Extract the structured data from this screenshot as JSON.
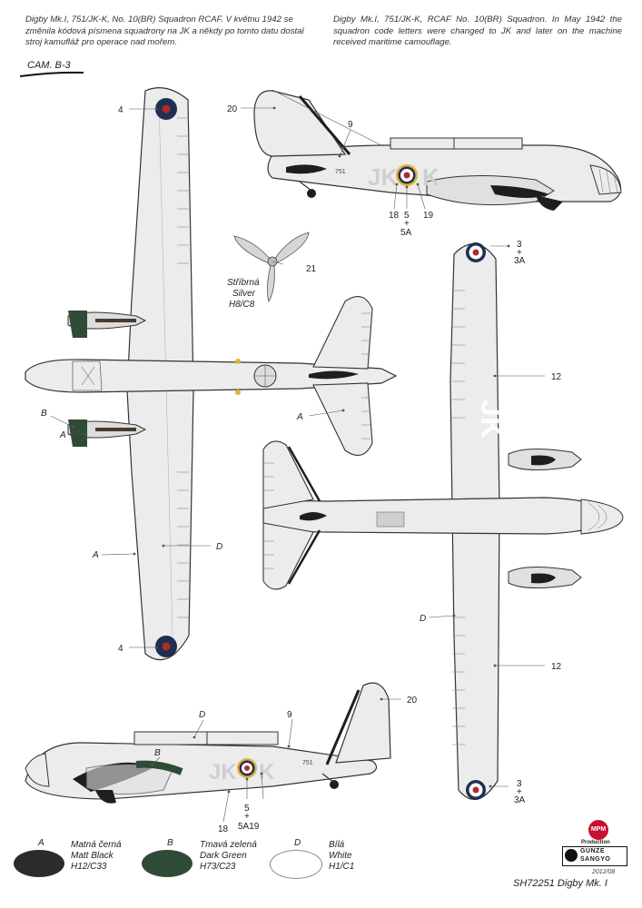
{
  "intro": {
    "czech": "Digby Mk.I, 751/JK-K,  No. 10(BR) Squadron RCAF. V květnu 1942 se změnila kódová písmena squadrony na JK a někdy po tomto datu dostal stroj kamufláž pro operace nad mořem.",
    "english": "Digby Mk.I, 751/JK-K, RCAF No. 10(BR) Squadron. In May 1942 the squadron code letters were changed to JK and later on the machine received maritime camouflage."
  },
  "scheme_label": "CAM. B-3",
  "aircraft_markings": {
    "serial": "751",
    "code_left": "JK",
    "code_right": "K"
  },
  "callouts": {
    "c4": "4",
    "c20": "20",
    "c9": "9",
    "c18": "18",
    "c5": "5",
    "cplus": "+",
    "c5A": "5A",
    "c19": "19",
    "c21": "21",
    "c3": "3",
    "c3A": "3A",
    "c12": "12",
    "cA": "A",
    "cB": "B",
    "cD": "D",
    "c5A19": "5A19"
  },
  "propeller_note": {
    "line1": "Stříbrná",
    "line2": "Silver",
    "line3": "H8/C8"
  },
  "legend": [
    {
      "letter": "A",
      "cz": "Matná černá",
      "en": "Matt Black",
      "code": "H12/C33",
      "color": "#2b2b2b"
    },
    {
      "letter": "B",
      "cz": "Tmavá zelená",
      "en": "Dark Green",
      "code": "H73/C23",
      "color": "#2f4a36"
    },
    {
      "letter": "D",
      "cz": "Bílá",
      "en": "White",
      "code": "H1/C1",
      "color": "#ffffff"
    }
  ],
  "brands": {
    "mpm": "MPM",
    "mpm_sub": "Production",
    "gunze_1": "GUNZE",
    "gunze_2": "SANGYO"
  },
  "date": "2012/08",
  "product": "SH72251 Digby Mk. I",
  "colors": {
    "airframe": "#ececec",
    "panel_line": "#9a9a9a",
    "roundel_blue": "#1f2f52",
    "roundel_red": "#b02a2a",
    "roundel_yellow": "#e0b03a",
    "code_letters": "#cfcfcf",
    "black": "#1e1e1e",
    "green": "#2f4a36"
  }
}
